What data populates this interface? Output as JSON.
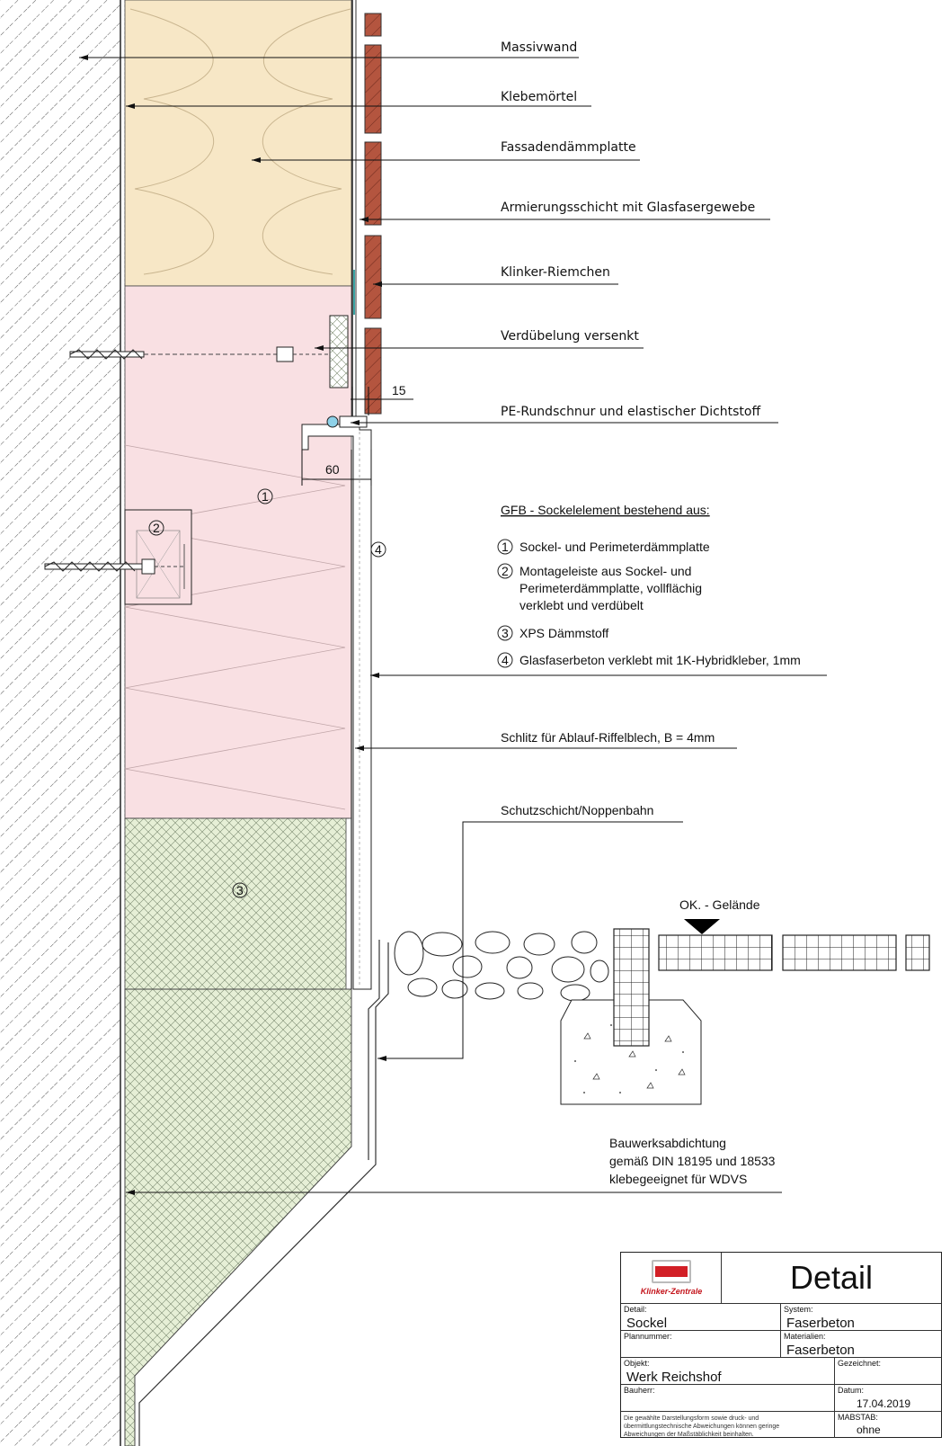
{
  "labels": {
    "massivwand": "Massivwand",
    "klebemoertel": "Klebemörtel",
    "fassadendaemmplatte": "Fassadendämmplatte",
    "armierung": "Armierungsschicht mit Glasfasergewebe",
    "klinker": "Klinker-Riemchen",
    "verduebelung": "Verdübelung versenkt",
    "pe_rundschnur": "PE-Rundschnur und elastischer Dichtstoff",
    "schlitz": "Schlitz für Ablauf-Riffelblech, B = 4mm",
    "schutzschicht": "Schutzschicht/Noppenbahn",
    "ok_gelaende": "OK. - Gelände",
    "bauwerk_1": "Bauwerksabdichtung",
    "bauwerk_2": "gemäß DIN 18195 und 18533",
    "bauwerk_3": "klebegeeignet für WDVS"
  },
  "dimensions": {
    "d15": "15",
    "d60": "60"
  },
  "markers": {
    "m1": "1",
    "m2": "2",
    "m3": "3",
    "m4": "4"
  },
  "legend": {
    "heading": "GFB - Sockelelement bestehend aus:",
    "items": [
      {
        "num": "1",
        "lines": [
          "Sockel- und Perimeterdämmplatte"
        ]
      },
      {
        "num": "2",
        "lines": [
          "Montageleiste aus Sockel- und",
          "Perimeterdämmplatte, vollflächig",
          "verklebt und verdübelt"
        ]
      },
      {
        "num": "3",
        "lines": [
          "XPS Dämmstoff"
        ]
      },
      {
        "num": "4",
        "lines": [
          "Glasfaserbeton verklebt mit 1K-Hybridkleber, 1mm"
        ]
      }
    ]
  },
  "titleblock": {
    "logo": "Klinker-Zentrale",
    "title": "Detail",
    "detail_label": "Detail:",
    "detail_value": "Sockel",
    "system_label": "System:",
    "system_value": "Faserbeton",
    "plannummer_label": "Plannummer:",
    "plannummer_value": "",
    "materialien_label": "Materialien:",
    "materialien_value": "Faserbeton",
    "objekt_label": "Objekt:",
    "objekt_value": "Werk Reichshof",
    "gezeichnet_label": "Gezeichnet:",
    "gezeichnet_value": "",
    "bauherr_label": "Bauherr:",
    "bauherr_value": "",
    "datum_label": "Datum:",
    "datum_value": "17.04.2019",
    "note": "Die gewählte Darstellungsform sowie druck- und übermittlungstechnische Abweichungen können geringe Abweichungen der Maßstäblichkeit beinhalten.",
    "massstab_label": "MABSTAB:",
    "massstab_value": "ohne"
  },
  "colors": {
    "insulation_yellow": "#f7e7c6",
    "pink": "#f9e0e3",
    "green": "#e6efd6",
    "brick": "#b4553f",
    "line": "#111111"
  }
}
